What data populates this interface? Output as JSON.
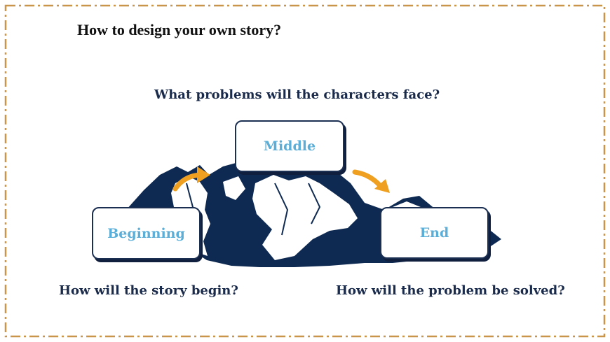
{
  "title": "How to design your own story?",
  "questions": {
    "middle": "What problems will the characters face?",
    "beginning": "How will the story begin?",
    "end": "How will the problem be solved?"
  },
  "stages": {
    "beginning": "Beginning",
    "middle": "Middle",
    "end": "End"
  },
  "colors": {
    "frame": "#c9954a",
    "mountain": "#0f2a52",
    "stage_text": "#5aaed8",
    "arrow": "#f0a020",
    "question_text": "#1a2a4a"
  },
  "icons": [
    "mountain-icon",
    "curved-arrow-icon"
  ]
}
